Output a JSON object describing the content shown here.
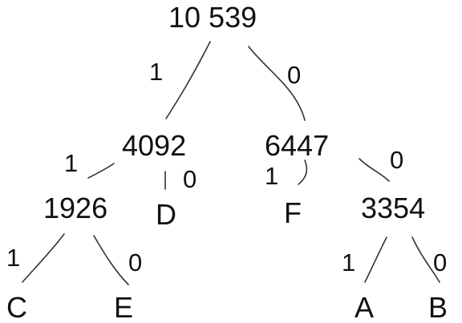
{
  "tree": {
    "root": "10 539",
    "nodes": {
      "n4092": "4092",
      "n6447": "6447",
      "n1926": "1926",
      "n3354": "3354"
    },
    "leaves": {
      "C": "C",
      "E": "E",
      "D": "D",
      "F": "F",
      "A": "A",
      "B": "B"
    },
    "edge_labels": {
      "root_left": "1",
      "root_right": "0",
      "n4092_left": "1",
      "n4092_right": "0",
      "n6447_left": "1",
      "n6447_right": "0",
      "n1926_left": "1",
      "n1926_right": "0",
      "n3354_left": "1",
      "n3354_right": "0"
    }
  },
  "line_color": "#333333"
}
